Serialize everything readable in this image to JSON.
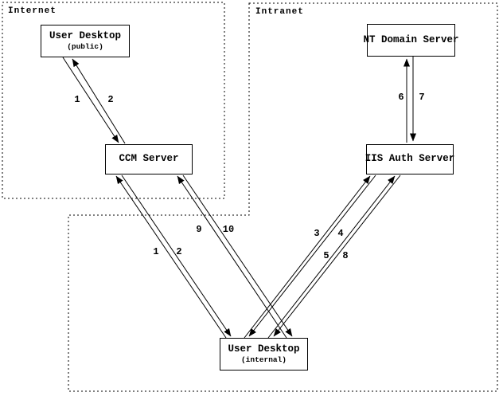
{
  "zones": {
    "internet": {
      "label": "Internet"
    },
    "intranet": {
      "label": "Intranet"
    }
  },
  "nodes": {
    "user_desktop_public": {
      "title": "User Desktop",
      "subtitle": "(public)"
    },
    "ccm_server": {
      "title": "CCM Server"
    },
    "nt_domain_server": {
      "title": "NT Domain Server"
    },
    "iis_auth_server": {
      "title": "IIS Auth Server"
    },
    "user_desktop_internal": {
      "title": "User Desktop",
      "subtitle": "(internal)"
    }
  },
  "edges": [
    {
      "label": "1",
      "from": "User Desktop (public)",
      "to": "CCM Server"
    },
    {
      "label": "2",
      "from": "CCM Server",
      "to": "User Desktop (public)"
    },
    {
      "label": "1",
      "from": "User Desktop (internal)",
      "to": "CCM Server"
    },
    {
      "label": "2",
      "from": "CCM Server",
      "to": "User Desktop (internal)"
    },
    {
      "label": "9",
      "from": "User Desktop (internal)",
      "to": "CCM Server"
    },
    {
      "label": "10",
      "from": "CCM Server",
      "to": "User Desktop (internal)"
    },
    {
      "label": "3",
      "from": "User Desktop (internal)",
      "to": "IIS Auth Server"
    },
    {
      "label": "4",
      "from": "IIS Auth Server",
      "to": "User Desktop (internal)"
    },
    {
      "label": "5",
      "from": "User Desktop (internal)",
      "to": "IIS Auth Server"
    },
    {
      "label": "8",
      "from": "IIS Auth Server",
      "to": "User Desktop (internal)"
    },
    {
      "label": "6",
      "from": "IIS Auth Server",
      "to": "NT Domain Server"
    },
    {
      "label": "7",
      "from": "NT Domain Server",
      "to": "IIS Auth Server"
    }
  ],
  "colors": {
    "line": "#000000",
    "background": "#ffffff"
  }
}
